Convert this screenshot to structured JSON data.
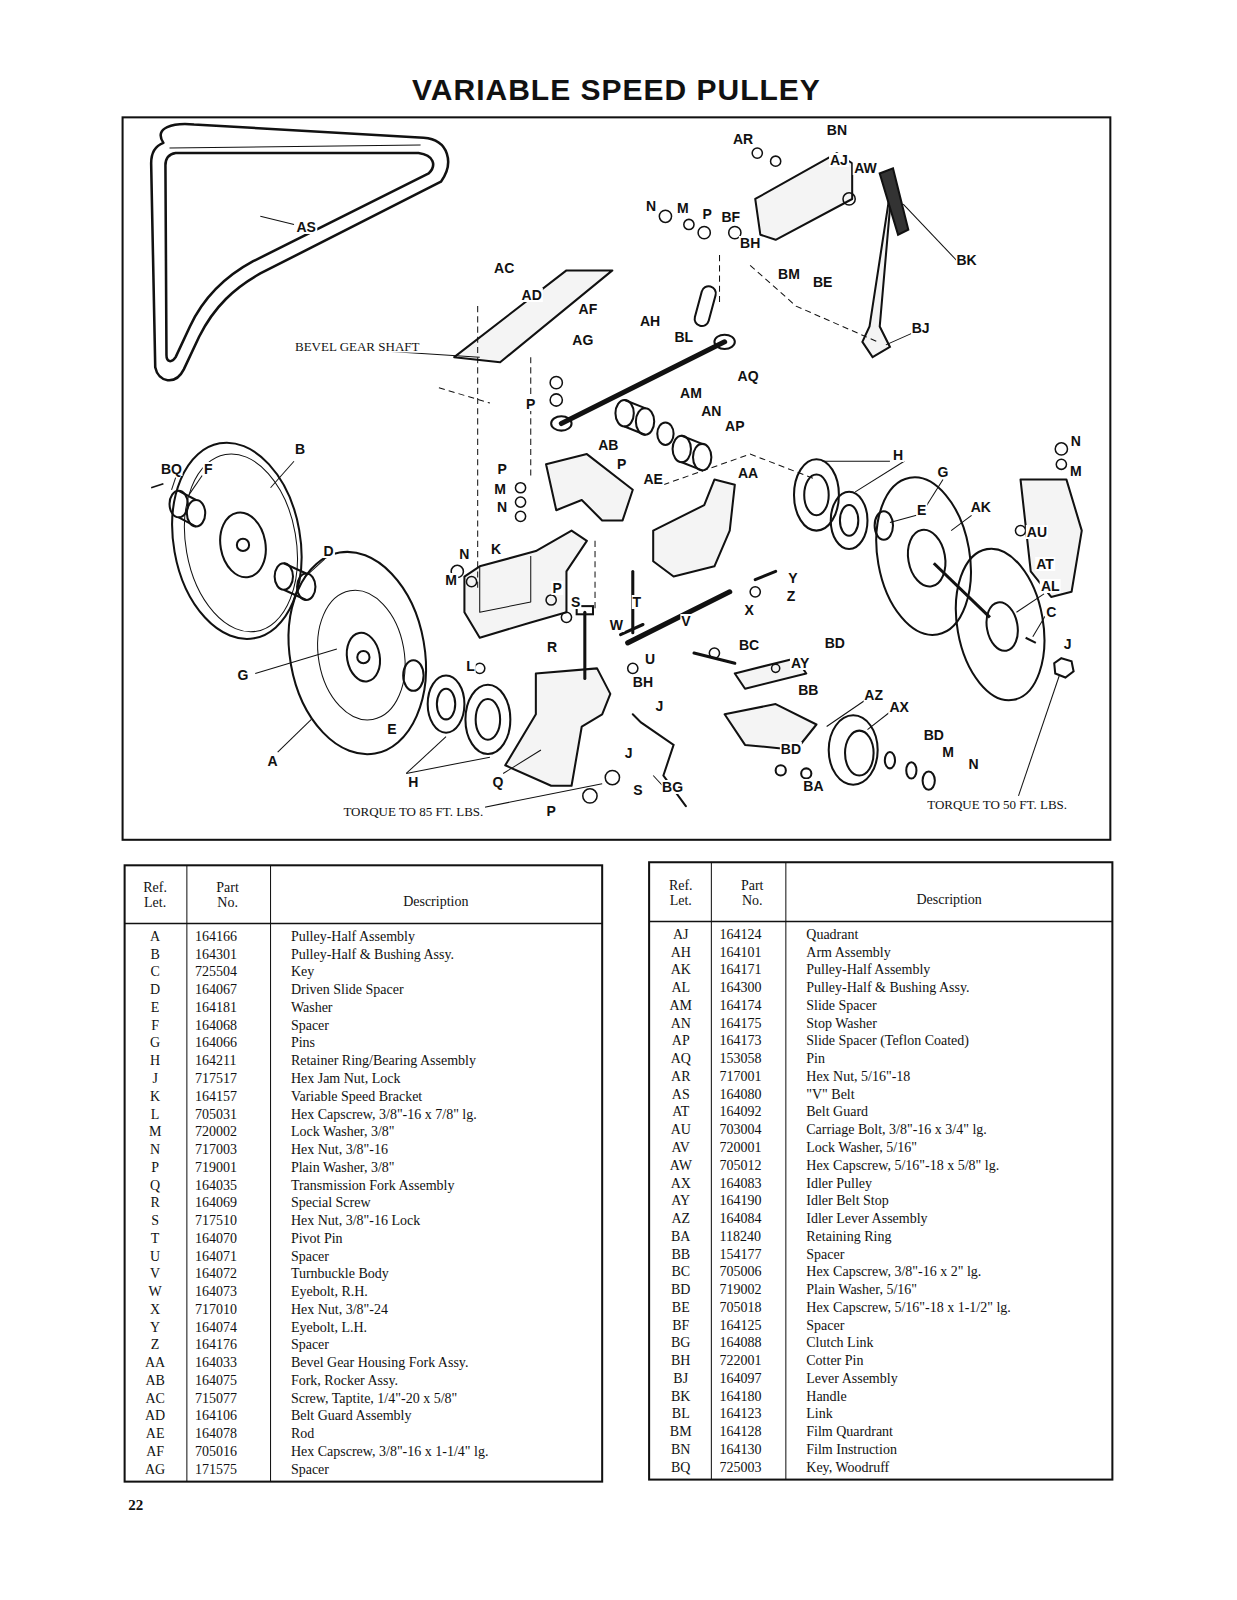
{
  "diagram": {
    "title": "VARIABLE SPEED PULLEY",
    "labels": [
      "AR",
      "BN",
      "AJ",
      "AW",
      "N",
      "M",
      "P",
      "BF",
      "BH",
      "BM",
      "BE",
      "BK",
      "AS",
      "AC",
      "AD",
      "BEVEL GEAR SHAFT",
      "AF",
      "AG",
      "AH",
      "BL",
      "AQ",
      "BJ",
      "P",
      "AM",
      "AN",
      "AP",
      "BQ",
      "F",
      "B",
      "P",
      "M",
      "N",
      "AB",
      "P",
      "AE",
      "AA",
      "H",
      "G",
      "N",
      "M",
      "E",
      "AK",
      "AU",
      "AT",
      "D",
      "K",
      "N",
      "M",
      "P",
      "S",
      "T",
      "Y",
      "Z",
      "X",
      "W",
      "V",
      "AL",
      "C",
      "J",
      "G",
      "R",
      "BC",
      "BD",
      "AY",
      "BB",
      "U",
      "BH",
      "J",
      "L",
      "E",
      "A",
      "H",
      "Q",
      "J",
      "BG",
      "AZ",
      "AX",
      "BD",
      "BD",
      "M",
      "N",
      "BA",
      "TORQUE TO 85 FT. LBS.",
      "P",
      "S",
      "TORQUE TO 50 FT. LBS.",
      "Ref. Let.",
      "Part No.",
      "Description",
      "A",
      "164166",
      "Pulley-Half Assembly",
      "B",
      "164301",
      "Pulley-Half & Bushing Assy.",
      "C",
      "725504",
      "Key",
      "D",
      "164067",
      "Driven Slide Spacer",
      "E",
      "164181",
      "Washer",
      "F",
      "164068",
      "Spacer",
      "G",
      "164066",
      "Pins",
      "H",
      "164211",
      "Retainer Ring/Bearing Assembly",
      "J",
      "717517",
      "Hex Jam Nut, Lock",
      "K",
      "164157",
      "Variable Speed Bracket",
      "L",
      "705031",
      "Hex Capscrew, 3/8\"-16 x 7/8\" lg.",
      "M",
      "720002",
      "Lock Washer, 3/8\"",
      "N",
      "717003",
      "Hex Nut, 3/8\"-16",
      "P",
      "719001",
      "Plain Washer, 3/8\"",
      "Q",
      "164035",
      "Transmission Fork Assembly",
      "R",
      "164069",
      "Special Screw",
      "S",
      "717510",
      "Hex Nut, 3/8\"-16 Lock",
      "T",
      "164070",
      "Pivot Pin",
      "U",
      "164071",
      "Spacer",
      "V",
      "164072",
      "Turnbuckle Body",
      "W",
      "164073",
      "Eyebolt, R.H.",
      "X",
      "717010",
      "Hex Nut, 3/8\"-24",
      "Y",
      "164074",
      "Eyebolt, L.H.",
      "Z",
      "164176",
      "Spacer",
      "AA",
      "164033",
      "Bevel Gear Housing Fork Assy.",
      "AB",
      "164075",
      "Fork, Rocker Assy.",
      "AC",
      "715077",
      "Screw, Taptite, 1/4\"-20 x 5/8\"",
      "AD",
      "164106",
      "Belt Guard Assembly",
      "AE",
      "164078",
      "Rod",
      "AF",
      "705016",
      "Hex Capscrew, 3/8\"-16 x 1-1/4\" lg.",
      "AG",
      "171575",
      "Spacer",
      "Ref. Let.",
      "Part No.",
      "Description",
      "AJ",
      "164124",
      "Quadrant",
      "AH",
      "164101",
      "Arm Assembly",
      "AK",
      "164171",
      "Pulley-Half Assembly",
      "AL",
      "164300",
      "Pulley-Half & Bushing Assy.",
      "AM",
      "164174",
      "Slide Spacer",
      "AN",
      "164175",
      "Stop Washer",
      "AP",
      "164173",
      "Slide Spacer (Teflon Coated)",
      "AQ",
      "153058",
      "Pin",
      "AR",
      "717001",
      "Hex Nut, 5/16\"-18",
      "AS",
      "164080",
      "\"V\" Belt",
      "AT",
      "164092",
      "Belt Guard",
      "AU",
      "703004",
      "Carriage Bolt, 3/8\"-16 x 3/4\" lg.",
      "AV",
      "720001",
      "Lock Washer, 5/16\"",
      "AW",
      "705012",
      "Hex Capscrew, 5/16\"-18 x 5/8\" lg.",
      "AX",
      "164083",
      "Idler Pulley",
      "AY",
      "164190",
      "Idler Belt Stop",
      "AZ",
      "164084",
      "Idler Lever Assembly",
      "BA",
      "118240",
      "Retaining Ring",
      "BB",
      "154177",
      "Spacer",
      "BC",
      "705006",
      "Hex Capscrew, 3/8\"-16 x 2\" lg.",
      "BD",
      "719002",
      "Plain Washer, 5/16\"",
      "BE",
      "705018",
      "Hex Capscrew, 5/16\"-18 x 1-1/2\" lg.",
      "BF",
      "164125",
      "Spacer",
      "BG",
      "164088",
      "Clutch Link",
      "BH",
      "722001",
      "Cotter Pin",
      "BJ",
      "164097",
      "Lever Assembly",
      "BK",
      "164180",
      "Handle",
      "BL",
      "164123",
      "Link",
      "BM",
      "164128",
      "Film Quardrant",
      "BN",
      "164130",
      "Film Instruction",
      "BQ",
      "725003",
      "Key, Woodruff",
      "22"
    ]
  }
}
